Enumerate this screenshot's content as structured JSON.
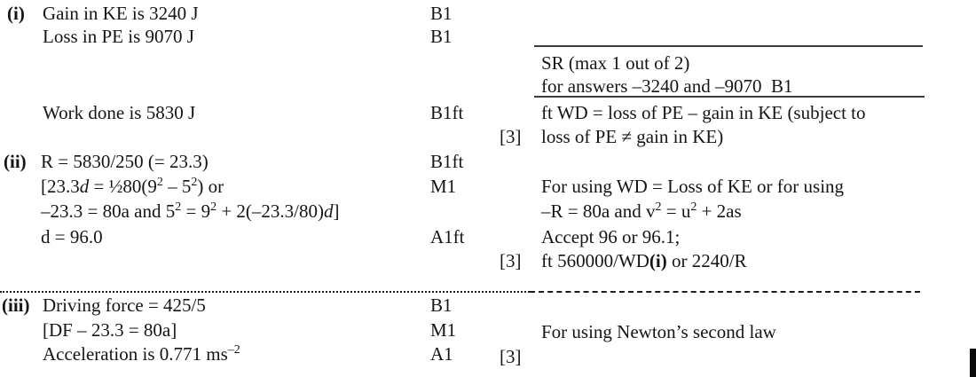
{
  "parts": [
    {
      "label": "(i)",
      "working": {
        "gain": "Gain in KE is 3240 J",
        "loss": "Loss in PE is 9070 J",
        "work": "Work done is 5830 J"
      },
      "marks": {
        "m1": "B1",
        "m2": "B1",
        "m3": "B1ft"
      },
      "total": "[3]",
      "comments": {
        "sr_title": "SR (max 1 out of 2)",
        "sr_detail": "for answers –3240 and –9070  B1",
        "ft1": "ft WD = loss of PE – gain in KE (subject to",
        "ft2": "loss of PE ≠ gain in KE)"
      }
    },
    {
      "label": "(ii)",
      "working": {
        "r": "R = 5830/250 (= 23.3)",
        "eq1": {
          "s1": "[23.3",
          "s2": "d",
          "s3": " = ½80(9",
          "s4": "2",
          "s5": " – 5",
          "s6": "2",
          "s7": ") or"
        },
        "eq2": {
          "s1": "–23.3 = 80a and 5",
          "s2": "2",
          "s3": " = 9",
          "s4": "2",
          "s5": " + 2(–23.3/80)",
          "s6": "d",
          "s7": "]"
        },
        "d": "d = 96.0"
      },
      "marks": {
        "m1": "B1ft",
        "m2": "M1",
        "m3": "A1ft"
      },
      "total": "[3]",
      "comments": {
        "c1": "For using WD = Loss of KE or for using",
        "c2": {
          "s1": "–R = 80a and v",
          "s2": "2",
          "s3": " = u",
          "s4": "2",
          "s5": " + 2as"
        },
        "c3": "Accept 96 or 96.1;",
        "c4": {
          "pre": "ft 560000/WD",
          "bold": "(i)",
          "post": " or 2240/R"
        }
      }
    },
    {
      "label": "(iii)",
      "working": {
        "df": "Driving force = 425/5",
        "eq": "[DF – 23.3 = 80a]",
        "acc": {
          "pre": "Acceleration is 0.771 ms",
          "sup": "–2"
        }
      },
      "marks": {
        "m1": "B1",
        "m2": "M1",
        "m3": "A1"
      },
      "total": "[3]",
      "comments": {
        "c1": "For using Newton’s second law"
      }
    }
  ]
}
